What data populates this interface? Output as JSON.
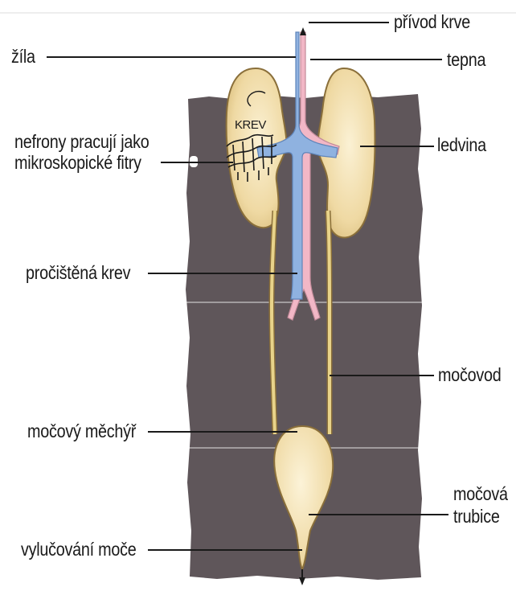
{
  "labels": {
    "privod_krve": "přívod krve",
    "zila": "žíla",
    "tepna": "tepna",
    "nefrony_line1": "nefrony pracují jako",
    "nefrony_line2": "mikroskopické fitry",
    "ledvina": "ledvina",
    "krev": "KREV",
    "procistena_krev": "pročištěná krev",
    "mocovod": "močovod",
    "mocovy_mechyr": "močový měchýř",
    "mocova_line1": "močová",
    "mocova_line2": "trubice",
    "vylucovani_moce": "vylučování moče"
  },
  "colors": {
    "backdrop": "#5f565a",
    "kidney": "#f0dcaa",
    "vein": "#8fb2e0",
    "artery": "#f2b7c6",
    "ureter": "#e8d38a",
    "line": "#1a1a1a"
  }
}
